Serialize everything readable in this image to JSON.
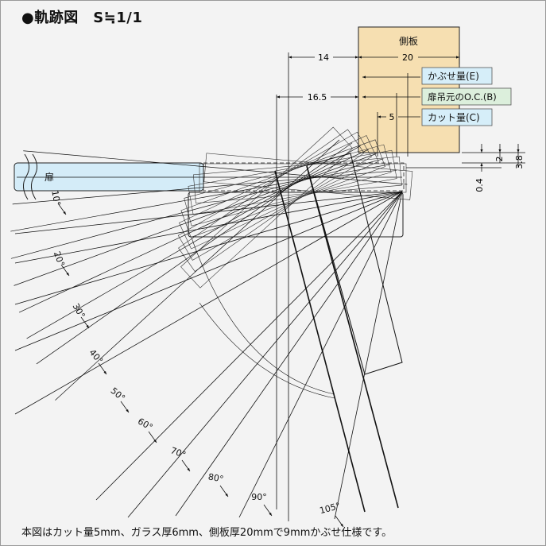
{
  "title": "●軌跡図　S≒1/1",
  "caption": "本図はカット量5mm、ガラス厚6mm、側板厚20mmで9mmかぶせ仕様です。",
  "labels": {
    "side_panel": "側板",
    "door": "扉",
    "overlay": "かぶせ量(E)",
    "pivot_oc": "扉吊元のO.C.(B)",
    "cut": "カット量(C)"
  },
  "dimensions": {
    "d14": "14",
    "d20": "20",
    "d16_5": "16.5",
    "d5": "5",
    "d2": "2",
    "d3_8": "3.8",
    "d0_4": "0.4"
  },
  "angles": [
    "10°",
    "20°",
    "30°",
    "40°",
    "50°",
    "60°",
    "70°",
    "80°",
    "90°",
    "105°"
  ],
  "colors": {
    "glass": "#d4ecf8",
    "side_panel": "#f6dfb1",
    "callout": "#d6eef9",
    "callout_alt": "#dcefdc",
    "line": "#111111"
  }
}
